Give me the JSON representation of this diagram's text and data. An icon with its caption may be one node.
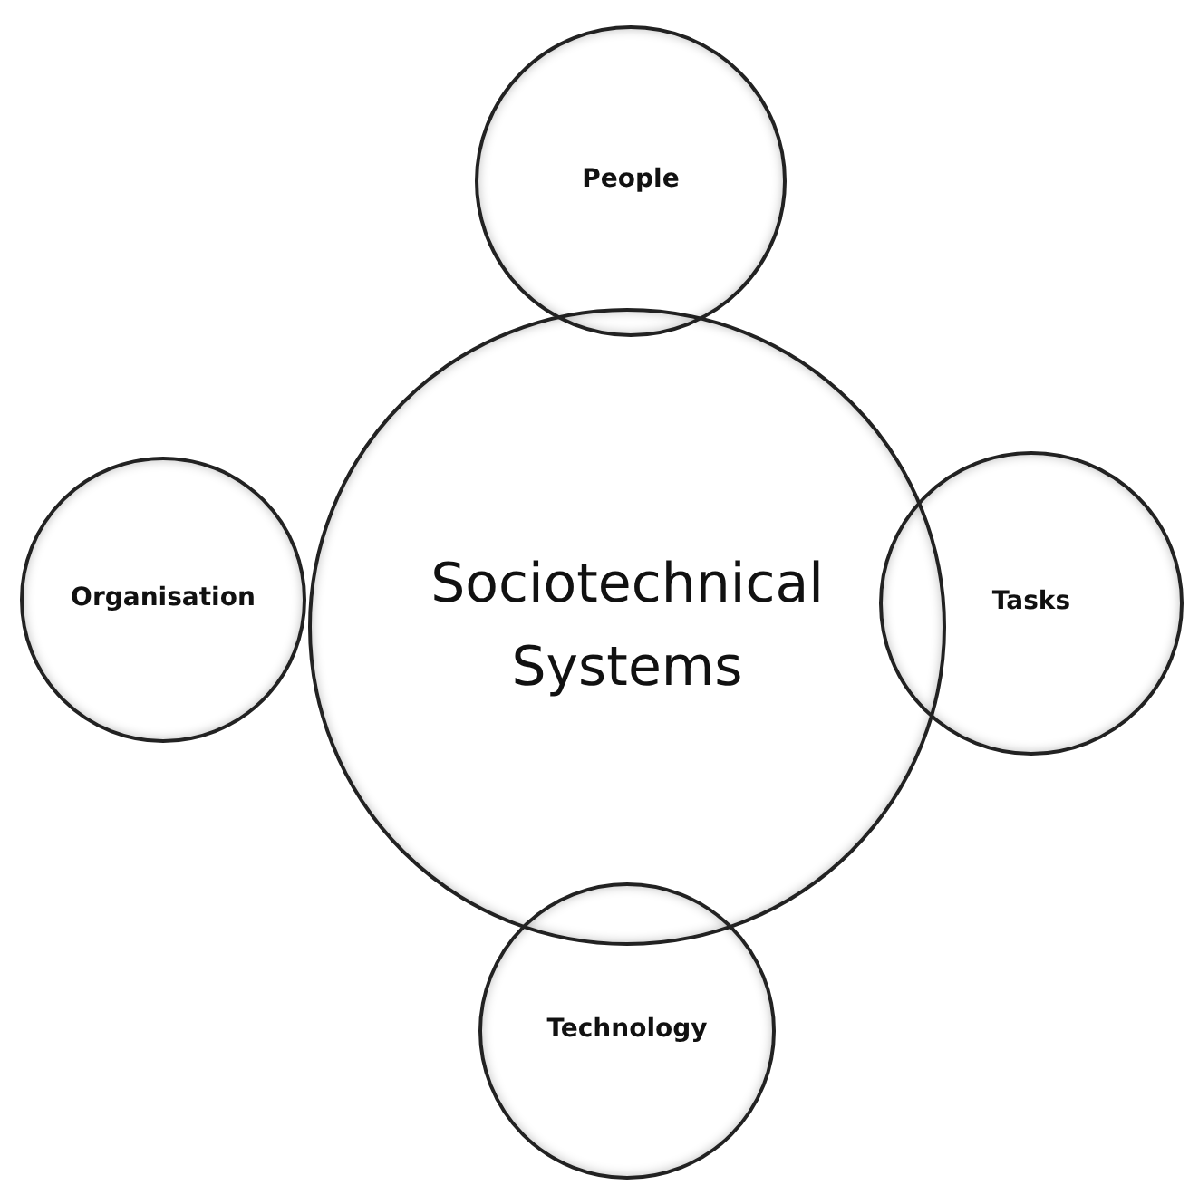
{
  "diagram": {
    "nodes": [
      {
        "text": [
          "People"
        ]
      },
      {
        "text": [
          "Organisation"
        ]
      },
      {
        "text": [
          "Sociotechnical Systems"
        ]
      },
      {
        "text": [
          "Tasks"
        ]
      },
      {
        "text": [
          "Technology"
        ]
      }
    ]
  }
}
